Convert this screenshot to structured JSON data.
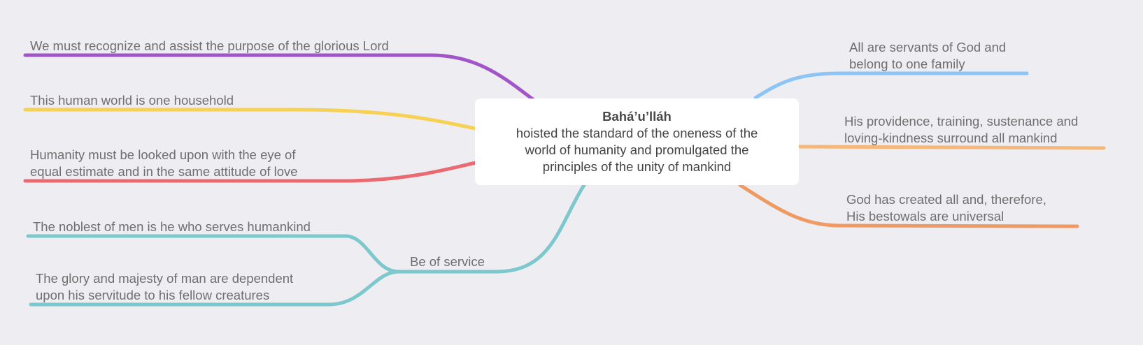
{
  "central_topic": {
    "title": "Bahá’u’lláh",
    "text": "hoisted the standard of the oneness of the world of humanity and promulgated the principles of the unity of mankind",
    "lines": [
      "hoisted the standard of the oneness of the",
      "world of humanity and promulgated the",
      "principles of the unity of mankind"
    ]
  },
  "left_branches": [
    {
      "text": "We must recognize and assist the purpose of the glorious Lord",
      "color": "#a155c7"
    },
    {
      "text": "This human world is one household",
      "color": "#f7d154"
    },
    {
      "text": "Humanity must be looked upon with the eye of equal estimate and in the same attitude of love",
      "lines": [
        "Humanity must be looked upon with the eye of",
        "equal estimate and in the same attitude of love"
      ],
      "color": "#ea6a72"
    },
    {
      "text": "Be of service",
      "color": "#7cc8cc",
      "children": [
        {
          "text": "The noblest of men is he who serves humankind"
        },
        {
          "text": "The glory and majesty of man are dependent upon his servitude to his fellow creatures",
          "lines": [
            "The glory and majesty of man are dependent",
            "upon his servitude to his fellow creatures"
          ]
        }
      ]
    }
  ],
  "right_branches": [
    {
      "text": "All are servants of God and belong to one family",
      "lines": [
        "All are servants of God and",
        "belong to one family"
      ],
      "color": "#8cc5f5"
    },
    {
      "text": "His providence, training, sustenance and loving-kindness surround all mankind",
      "lines": [
        "His providence, training, sustenance and",
        "loving-kindness surround all mankind"
      ],
      "color": "#f5b77a"
    },
    {
      "text": "God has created all and, therefore, His bestowals are universal",
      "lines": [
        "God has created all and, therefore,",
        "His bestowals are universal"
      ],
      "color": "#ef9963"
    }
  ]
}
